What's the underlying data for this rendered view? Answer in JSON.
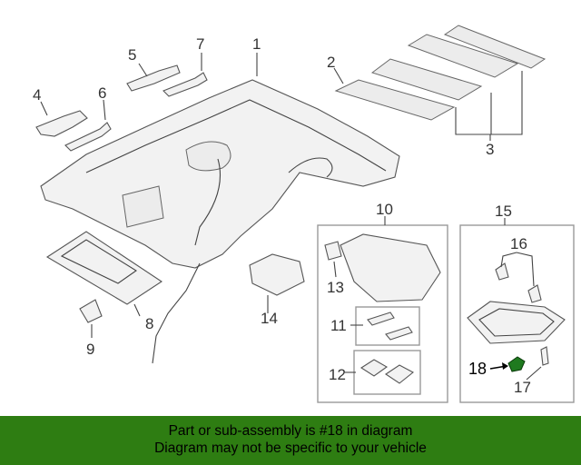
{
  "callouts": {
    "c1": "1",
    "c2": "2",
    "c3": "3",
    "c4": "4",
    "c5": "5",
    "c6": "6",
    "c7": "7",
    "c8": "8",
    "c9": "9",
    "c10": "10",
    "c11": "11",
    "c12": "12",
    "c13": "13",
    "c14": "14",
    "c15": "15",
    "c16": "16",
    "c17": "17",
    "c18": "18"
  },
  "highlight_color": "#2e7d12",
  "highlighted_part_color": "#1f7a1f",
  "banner": {
    "line1": "Part or sub-assembly is #18 in diagram",
    "line2": "Diagram may not be specific to your vehicle"
  }
}
